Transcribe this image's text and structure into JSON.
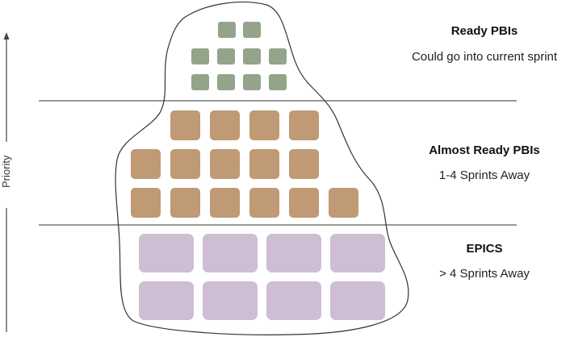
{
  "axis": {
    "label": "Priority"
  },
  "tiers": [
    {
      "title": "Ready PBIs",
      "subtitle": "Could go into current sprint",
      "color": "#93a48a",
      "rows": [
        2,
        4,
        4
      ]
    },
    {
      "title": "Almost Ready PBIs",
      "subtitle": "1-4 Sprints Away",
      "color": "#bf9a75",
      "rows": [
        4,
        5,
        6
      ]
    },
    {
      "title": "EPICS",
      "subtitle": "> 4 Sprints Away",
      "color": "#cfbdd3",
      "rows": [
        4,
        4
      ]
    }
  ]
}
